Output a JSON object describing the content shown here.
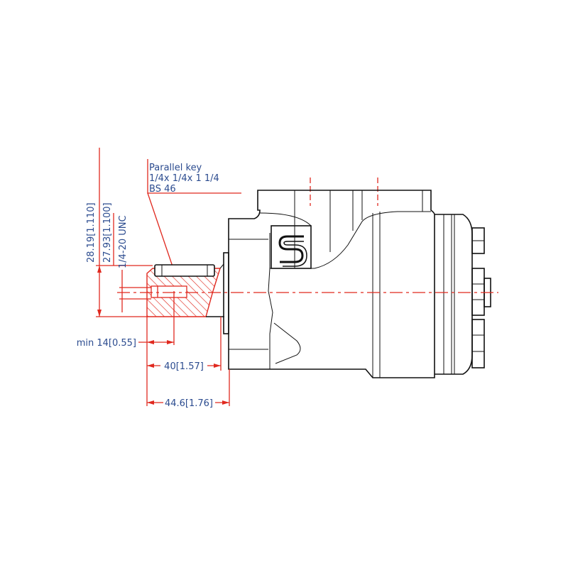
{
  "drawing": {
    "key_note": {
      "line1": "Parallel key",
      "line2": "1/4x 1/4x 1 1/4",
      "line3": "BS 46"
    },
    "dimensions": {
      "shaft_dia_1": "28.19[1.110]",
      "shaft_dia_2": "27.93[1.100]",
      "thread": "1/4-20 UNC",
      "thread_depth": "min 14[0.55]",
      "shaft_length": "40[1.57]",
      "overall_length": "44.6[1.76]"
    },
    "colors": {
      "dimension": "#e0291f",
      "text": "#2b4b8f",
      "outline": "#111111"
    }
  }
}
